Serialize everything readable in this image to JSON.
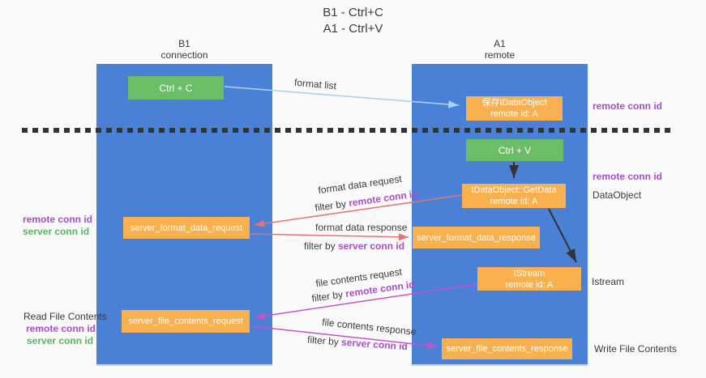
{
  "title": {
    "line1": "B1 - Ctrl+C",
    "line2": "A1 - Ctrl+V"
  },
  "columns": {
    "b1": {
      "name": "B1",
      "role": "connection"
    },
    "a1": {
      "name": "A1",
      "role": "remote"
    }
  },
  "nodes": {
    "ctrl_c": {
      "label": "Ctrl + C"
    },
    "ctrl_v": {
      "label": "Ctrl + V"
    },
    "save_dataobject": {
      "line1": "保存IDataObject",
      "line2": "remote id: A"
    },
    "getdata": {
      "line1": "IDataObject::GetData",
      "line2": "remote id: A"
    },
    "istream": {
      "line1": "IStream",
      "line2": "remote id: A"
    },
    "server_format_data_request": {
      "label": "server_format_data_request"
    },
    "server_format_data_response": {
      "label": "server_format_data_response"
    },
    "server_file_contents_request": {
      "label": "server_file_contents_request"
    },
    "server_file_contents_response": {
      "label": "server_file_contents_response"
    }
  },
  "flow_labels": {
    "format_list": "format list",
    "format_data_request": "format data request",
    "format_data_response": "format data response",
    "file_contents_request": "file contents request",
    "file_contents_response": "file contents response",
    "filter_prefix": "filter by ",
    "remote_conn_id": "remote conn id",
    "server_conn_id": "server conn id"
  },
  "side_labels": {
    "left_remote_conn_id": "remote conn id",
    "left_server_conn_id": "server conn id",
    "read_file_contents": "Read File Contents",
    "left2_remote_conn_id": "remote conn id",
    "left2_server_conn_id": "server conn id",
    "right_remote_conn_id_top": "remote conn id",
    "right_remote_conn_id_mid": "remote conn id",
    "dataobject": "DataObject",
    "istream": "Istream",
    "write_file_contents": "Write File Contents"
  },
  "colors": {
    "bg": "#fafafa",
    "column_blue": "#4a80d6",
    "column_edge": "#bdd0f4",
    "box_orange": "#f9b04e",
    "box_green": "#6abe68",
    "arrow_lightblue": "#a9d3f0",
    "arrow_red": "#e57373",
    "arrow_magenta": "#c853c8",
    "arrow_black": "#333333",
    "label_purple": "#a64fc8",
    "label_green": "#55b85f",
    "text_dark": "#3b3b3b"
  }
}
